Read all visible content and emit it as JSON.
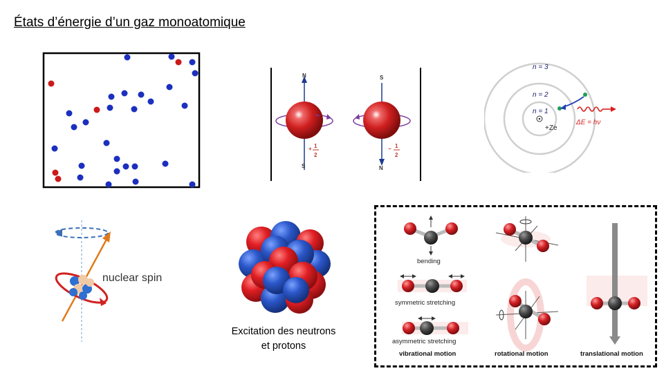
{
  "slide": {
    "title": "États d’énergie d’un gaz monoatomique"
  },
  "spin_panel": {
    "top_left": "N",
    "bottom_left": "S",
    "top_right": "S",
    "bottom_right": "N",
    "plus_half": "+",
    "minus_half": "−",
    "frac_num": "1",
    "frac_den": "2"
  },
  "bohr_panel": {
    "n3": "n = 3",
    "n2": "n = 2",
    "n1": "n = 1",
    "nucleus": "+Ze",
    "energy": "ΔE = hν"
  },
  "nuclear_spin": {
    "label": "nuclear spin"
  },
  "nucleus_panel": {
    "caption_line1": "Excitation des neutrons",
    "caption_line2": "et protons"
  },
  "molecule_panel": {
    "bending": "bending",
    "symmetric": "symmetric stretching",
    "asymmetric": "asymmetric stretching",
    "vibrational": "vibrational motion",
    "rotational": "rotational motion",
    "translational": "translational motion"
  },
  "colors": {
    "gas_blue": "#1c2fbf",
    "gas_red": "#cc1a1a",
    "sphere_red": "#d01f24",
    "sphere_blue": "#2b57c9",
    "orbit_gray": "#cfcfcf",
    "spin_arrow": "#e07a1a"
  }
}
